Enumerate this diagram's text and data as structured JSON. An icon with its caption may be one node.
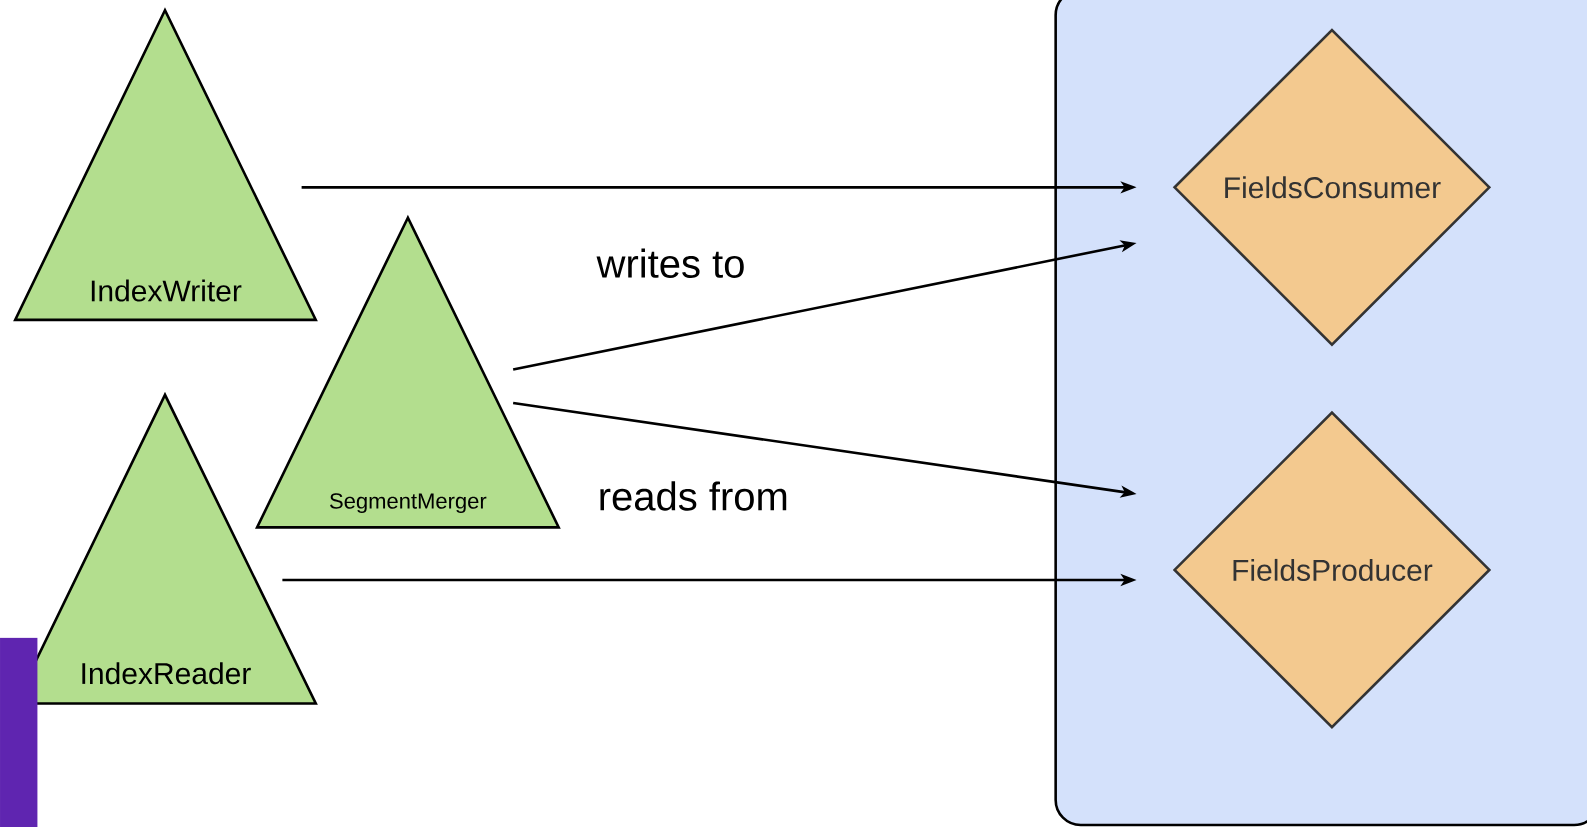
{
  "diagram": {
    "nodes": [
      {
        "text": [
          "IndexWriter"
        ]
      },
      {
        "text": [
          "SegmentMerger"
        ]
      },
      {
        "text": [
          "IndexReader"
        ]
      },
      {
        "text": [],
        "shape": "box"
      },
      {
        "text": [
          "FieldsConsumer"
        ],
        "in": 3
      },
      {
        "text": [
          "FieldsProducer"
        ],
        "in": 3
      },
      {
        "text": [],
        "shape": "bar"
      }
    ],
    "edges": [
      {
        "from": 0,
        "to": 4,
        "arrow": "to"
      },
      {
        "from": 1,
        "to": 4,
        "arrow": "to",
        "label": "writes to"
      },
      {
        "from": 1,
        "to": 5,
        "arrow": "to",
        "label": "reads from"
      },
      {
        "from": 2,
        "to": 5,
        "arrow": "to"
      }
    ]
  }
}
